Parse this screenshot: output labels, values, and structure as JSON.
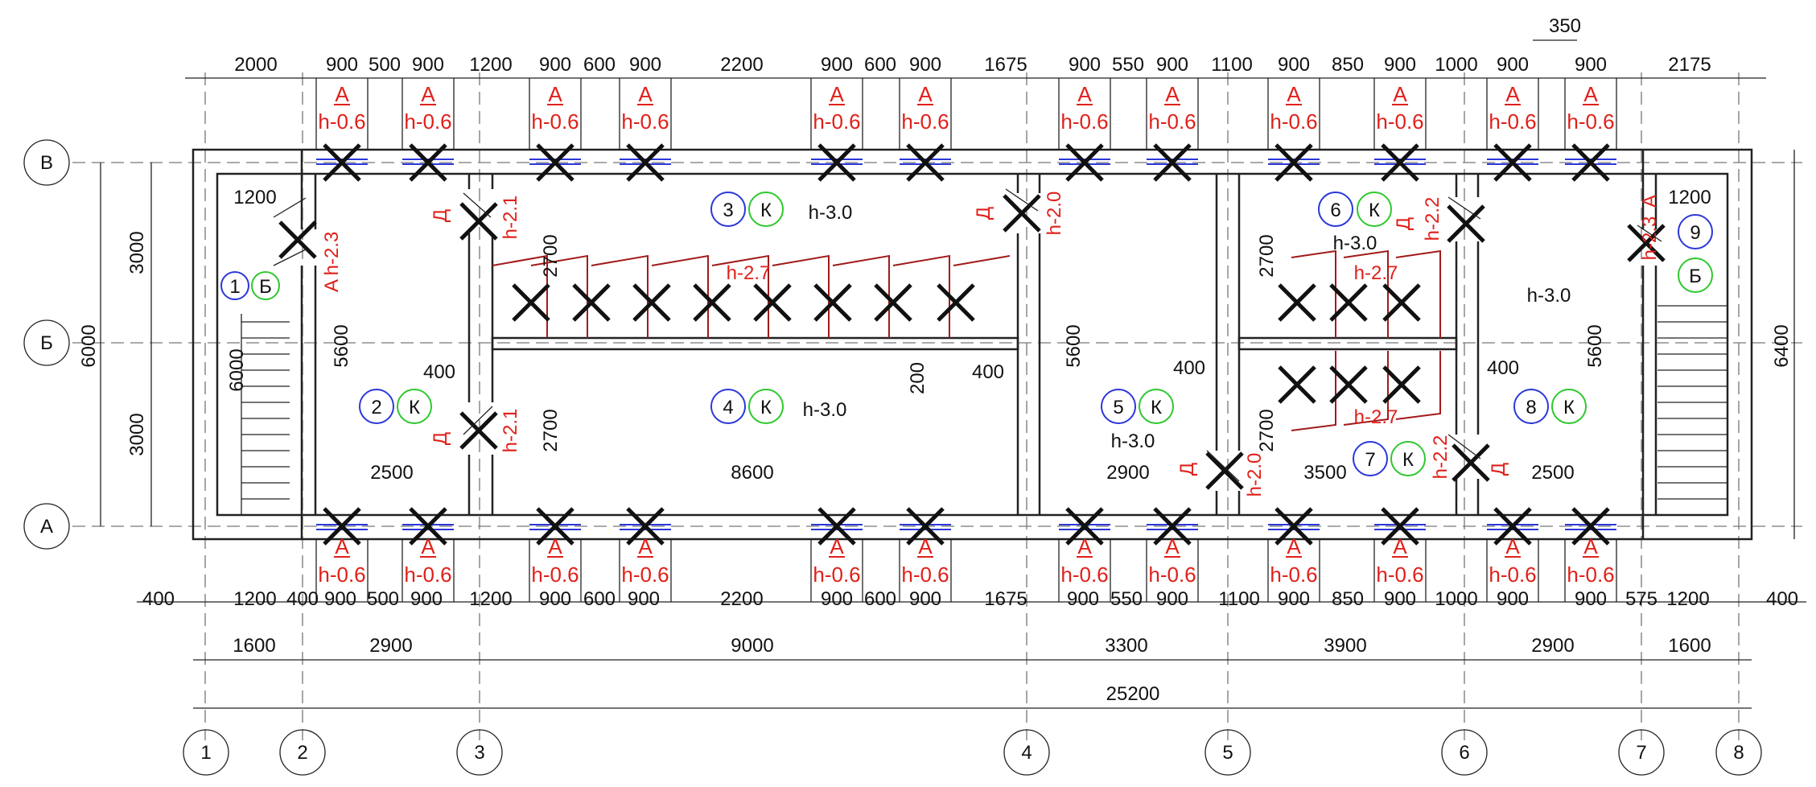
{
  "axes": {
    "columns": [
      "1",
      "2",
      "3",
      "4",
      "5",
      "6",
      "7",
      "8"
    ],
    "rows": [
      "В",
      "Б",
      "А"
    ]
  },
  "dims": {
    "top_small": "350",
    "top": [
      "2000",
      "900",
      "500",
      "900",
      "1200",
      "900",
      "600",
      "900",
      "2200",
      "900",
      "600",
      "900",
      "1675",
      "900",
      "550",
      "900",
      "1100",
      "900",
      "850",
      "900",
      "1000",
      "900",
      "900",
      "2175"
    ],
    "bottom": [
      "400",
      "1200",
      "400",
      "900",
      "500",
      "900",
      "1200",
      "900",
      "600",
      "900",
      "2200",
      "900",
      "600",
      "900",
      "1675",
      "900",
      "550",
      "900",
      "1100",
      "900",
      "850",
      "900",
      "1000",
      "900",
      "900",
      "575",
      "1200",
      "400"
    ],
    "spans": [
      "1600",
      "2900",
      "9000",
      "3300",
      "3900",
      "2900",
      "1600"
    ],
    "total": "25200",
    "left_vertical": [
      "3000",
      "3000"
    ],
    "left_total": "6000",
    "right_total": "6400",
    "inner": {
      "r1_width": "1200",
      "stair_left": "6000",
      "stair_right_w": "1200",
      "h5600_a": "5600",
      "h5600_b": "5600",
      "h5600_c": "5600",
      "r2_width": "2500",
      "r4_width": "8600",
      "r5_width": "2900",
      "r7_width": "3500",
      "r8_width": "2500",
      "d400": [
        "400",
        "400",
        "400",
        "400"
      ],
      "h2700": [
        "2700",
        "2700",
        "2700",
        "2700"
      ],
      "d200": "200"
    }
  },
  "rooms": [
    {
      "num": "1",
      "cat": "Б"
    },
    {
      "num": "2",
      "cat": "К"
    },
    {
      "num": "3",
      "cat": "К",
      "height": "h-3.0"
    },
    {
      "num": "4",
      "cat": "К",
      "height": "h-3.0"
    },
    {
      "num": "5",
      "cat": "К",
      "height": "h-3.0"
    },
    {
      "num": "6",
      "cat": "К",
      "height": "h-3.0"
    },
    {
      "num": "7",
      "cat": "К"
    },
    {
      "num": "8",
      "cat": "К"
    },
    {
      "num": "9",
      "cat": "Б",
      "height": "h-3.0"
    }
  ],
  "window_mark": {
    "letter": "А",
    "height": "h-0.6"
  },
  "door_marks": {
    "h21": "h-2.1",
    "h20": "h-2.0",
    "h22": "h-2.2",
    "h23": "h-2.3",
    "h27": "h-2.7",
    "d_letter": "Д",
    "a_letter": "А"
  },
  "colors": {
    "red": "#e0201a",
    "blue": "#2b37d8",
    "green": "#2ec82e"
  }
}
